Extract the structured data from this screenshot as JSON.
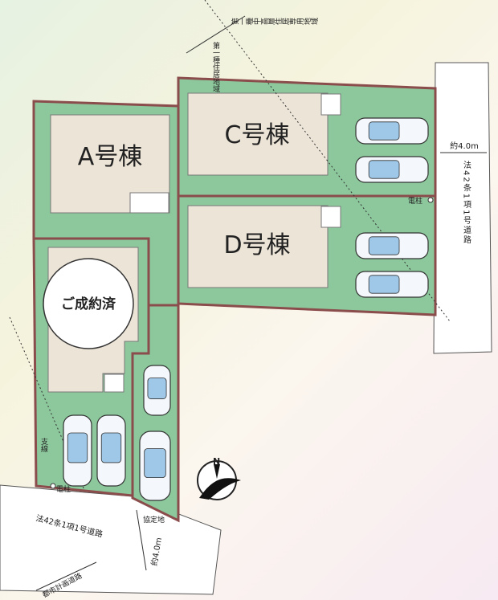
{
  "buildings": {
    "a": "A号棟",
    "c": "C号棟",
    "d": "D号棟",
    "sold": "ご成約済"
  },
  "roads": {
    "east_width": "約4.0m",
    "east_type": "法42条1項1号道路",
    "south_type": "法42条1項1号道路",
    "south_width": "約4.0m",
    "city_road": "都市計画道路"
  },
  "labels": {
    "pole_east": "電柱",
    "pole_west": "電柱",
    "guy": "支線",
    "agreement": "協定地",
    "zone_upper": "第一種中高層住居専用地域",
    "zone_lower": "第一種住居地域"
  },
  "compass": {
    "north": "N"
  },
  "colors": {
    "lot": "#8cc89c",
    "border": "#8b4c4c",
    "house": "#ece4d7",
    "road": "#ffffff"
  }
}
